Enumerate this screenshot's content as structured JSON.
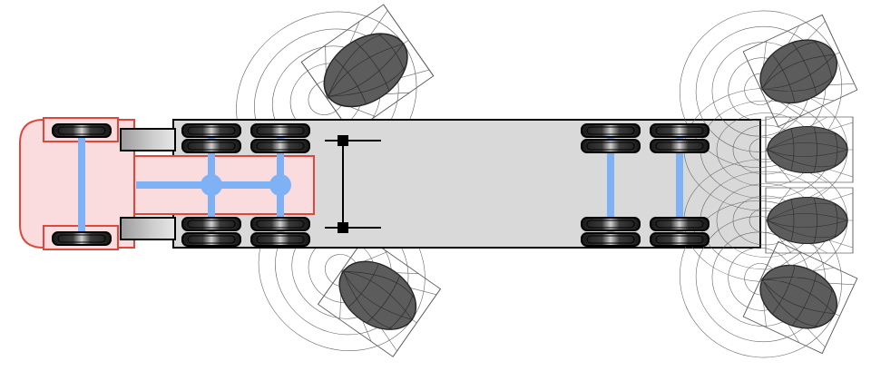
{
  "diagram": {
    "colors": {
      "trailer_fill": "#d9d9d9",
      "trailer_stroke": "#000000",
      "cab_fill": "#fadcdf",
      "cab_stroke": "#e2463a",
      "axle": "#7fb2f5",
      "tire_dark": "#1a1a1a",
      "tire_light": "#cfcfcf",
      "pattern_fill": "#5c5c5c",
      "pattern_stroke": "#262626",
      "grid_stroke": "#555555"
    },
    "lights": [
      {
        "id": "front-left",
        "angle": -35
      },
      {
        "id": "front-right",
        "angle": 35
      },
      {
        "id": "rear-top",
        "angle": -25
      },
      {
        "id": "rear-upper",
        "angle": 0
      },
      {
        "id": "rear-lower",
        "angle": 0
      },
      {
        "id": "rear-bottom",
        "angle": 25
      }
    ]
  }
}
